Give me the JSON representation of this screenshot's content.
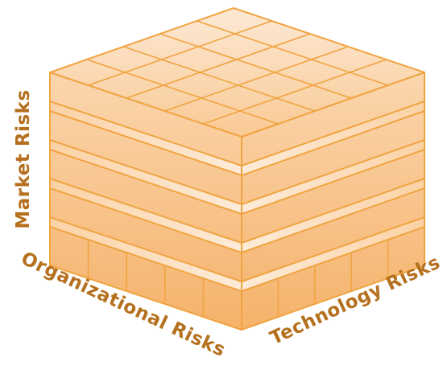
{
  "diagram": {
    "type": "3d-risk-cube",
    "grid_divisions": 5,
    "axes": {
      "vertical": "Market Risks",
      "left": "Organizational Risks",
      "right": "Technology Risks"
    },
    "colors": {
      "outline": "#f0a441",
      "face_light": "#fde6cf",
      "face_mid": "#f9c894",
      "face_dark": "#f4b063",
      "label": "#b5701e"
    }
  }
}
